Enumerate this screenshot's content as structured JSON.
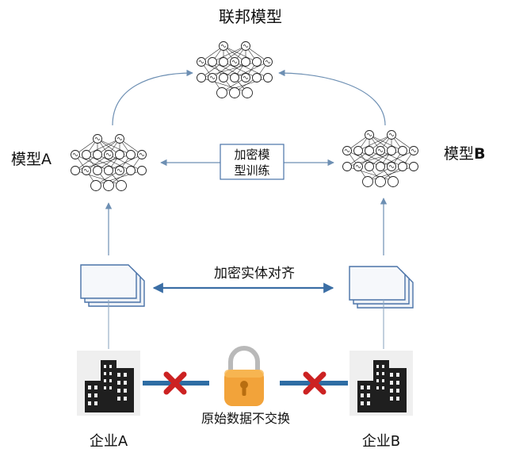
{
  "labels": {
    "federated_model": "联邦模型",
    "model_a": "模型A",
    "model_b_prefix": "模型",
    "model_b_suffix": "B",
    "encrypted_training_line1": "加密模",
    "encrypted_training_line2": "型训练",
    "encrypted_entity_alignment": "加密实体对齐",
    "no_raw_data_exchange": "原始数据不交换",
    "company_a": "企业A",
    "company_b": "企业B"
  },
  "colors": {
    "arrow": "#6d8fb3",
    "arrow_dark": "#3b6ea5",
    "doc_border": "#4a73a8",
    "doc_fill": "#e9eef5",
    "link_bar": "#2e6da4",
    "cross": "#cc2222",
    "lock": "#f2a33a",
    "lock_shackle": "#b9b9b9",
    "building_bg": "#f0f0f0",
    "building": "#1f1f1f",
    "text": "#111111"
  },
  "icons": {
    "network": "neural-network-icon",
    "document": "document-stack-icon",
    "building": "office-building-icon",
    "lock": "padlock-icon",
    "cross": "red-x-icon"
  }
}
